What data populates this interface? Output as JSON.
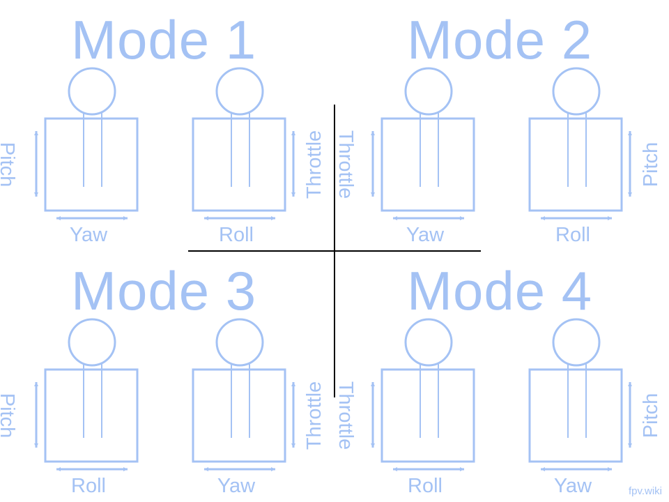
{
  "colors": {
    "accent": "#a4c2f4",
    "divider": "#000000"
  },
  "modes": [
    {
      "title": "Mode 1",
      "left_stick": {
        "vertical": "Pitch",
        "horizontal": "Yaw"
      },
      "right_stick": {
        "vertical": "Throttle",
        "horizontal": "Roll"
      }
    },
    {
      "title": "Mode 2",
      "left_stick": {
        "vertical": "Throttle",
        "horizontal": "Yaw"
      },
      "right_stick": {
        "vertical": "Pitch",
        "horizontal": "Roll"
      }
    },
    {
      "title": "Mode 3",
      "left_stick": {
        "vertical": "Pitch",
        "horizontal": "Roll"
      },
      "right_stick": {
        "vertical": "Throttle",
        "horizontal": "Yaw"
      }
    },
    {
      "title": "Mode 4",
      "left_stick": {
        "vertical": "Throttle",
        "horizontal": "Roll"
      },
      "right_stick": {
        "vertical": "Pitch",
        "horizontal": "Yaw"
      }
    }
  ],
  "credit": "fpv.wiki"
}
